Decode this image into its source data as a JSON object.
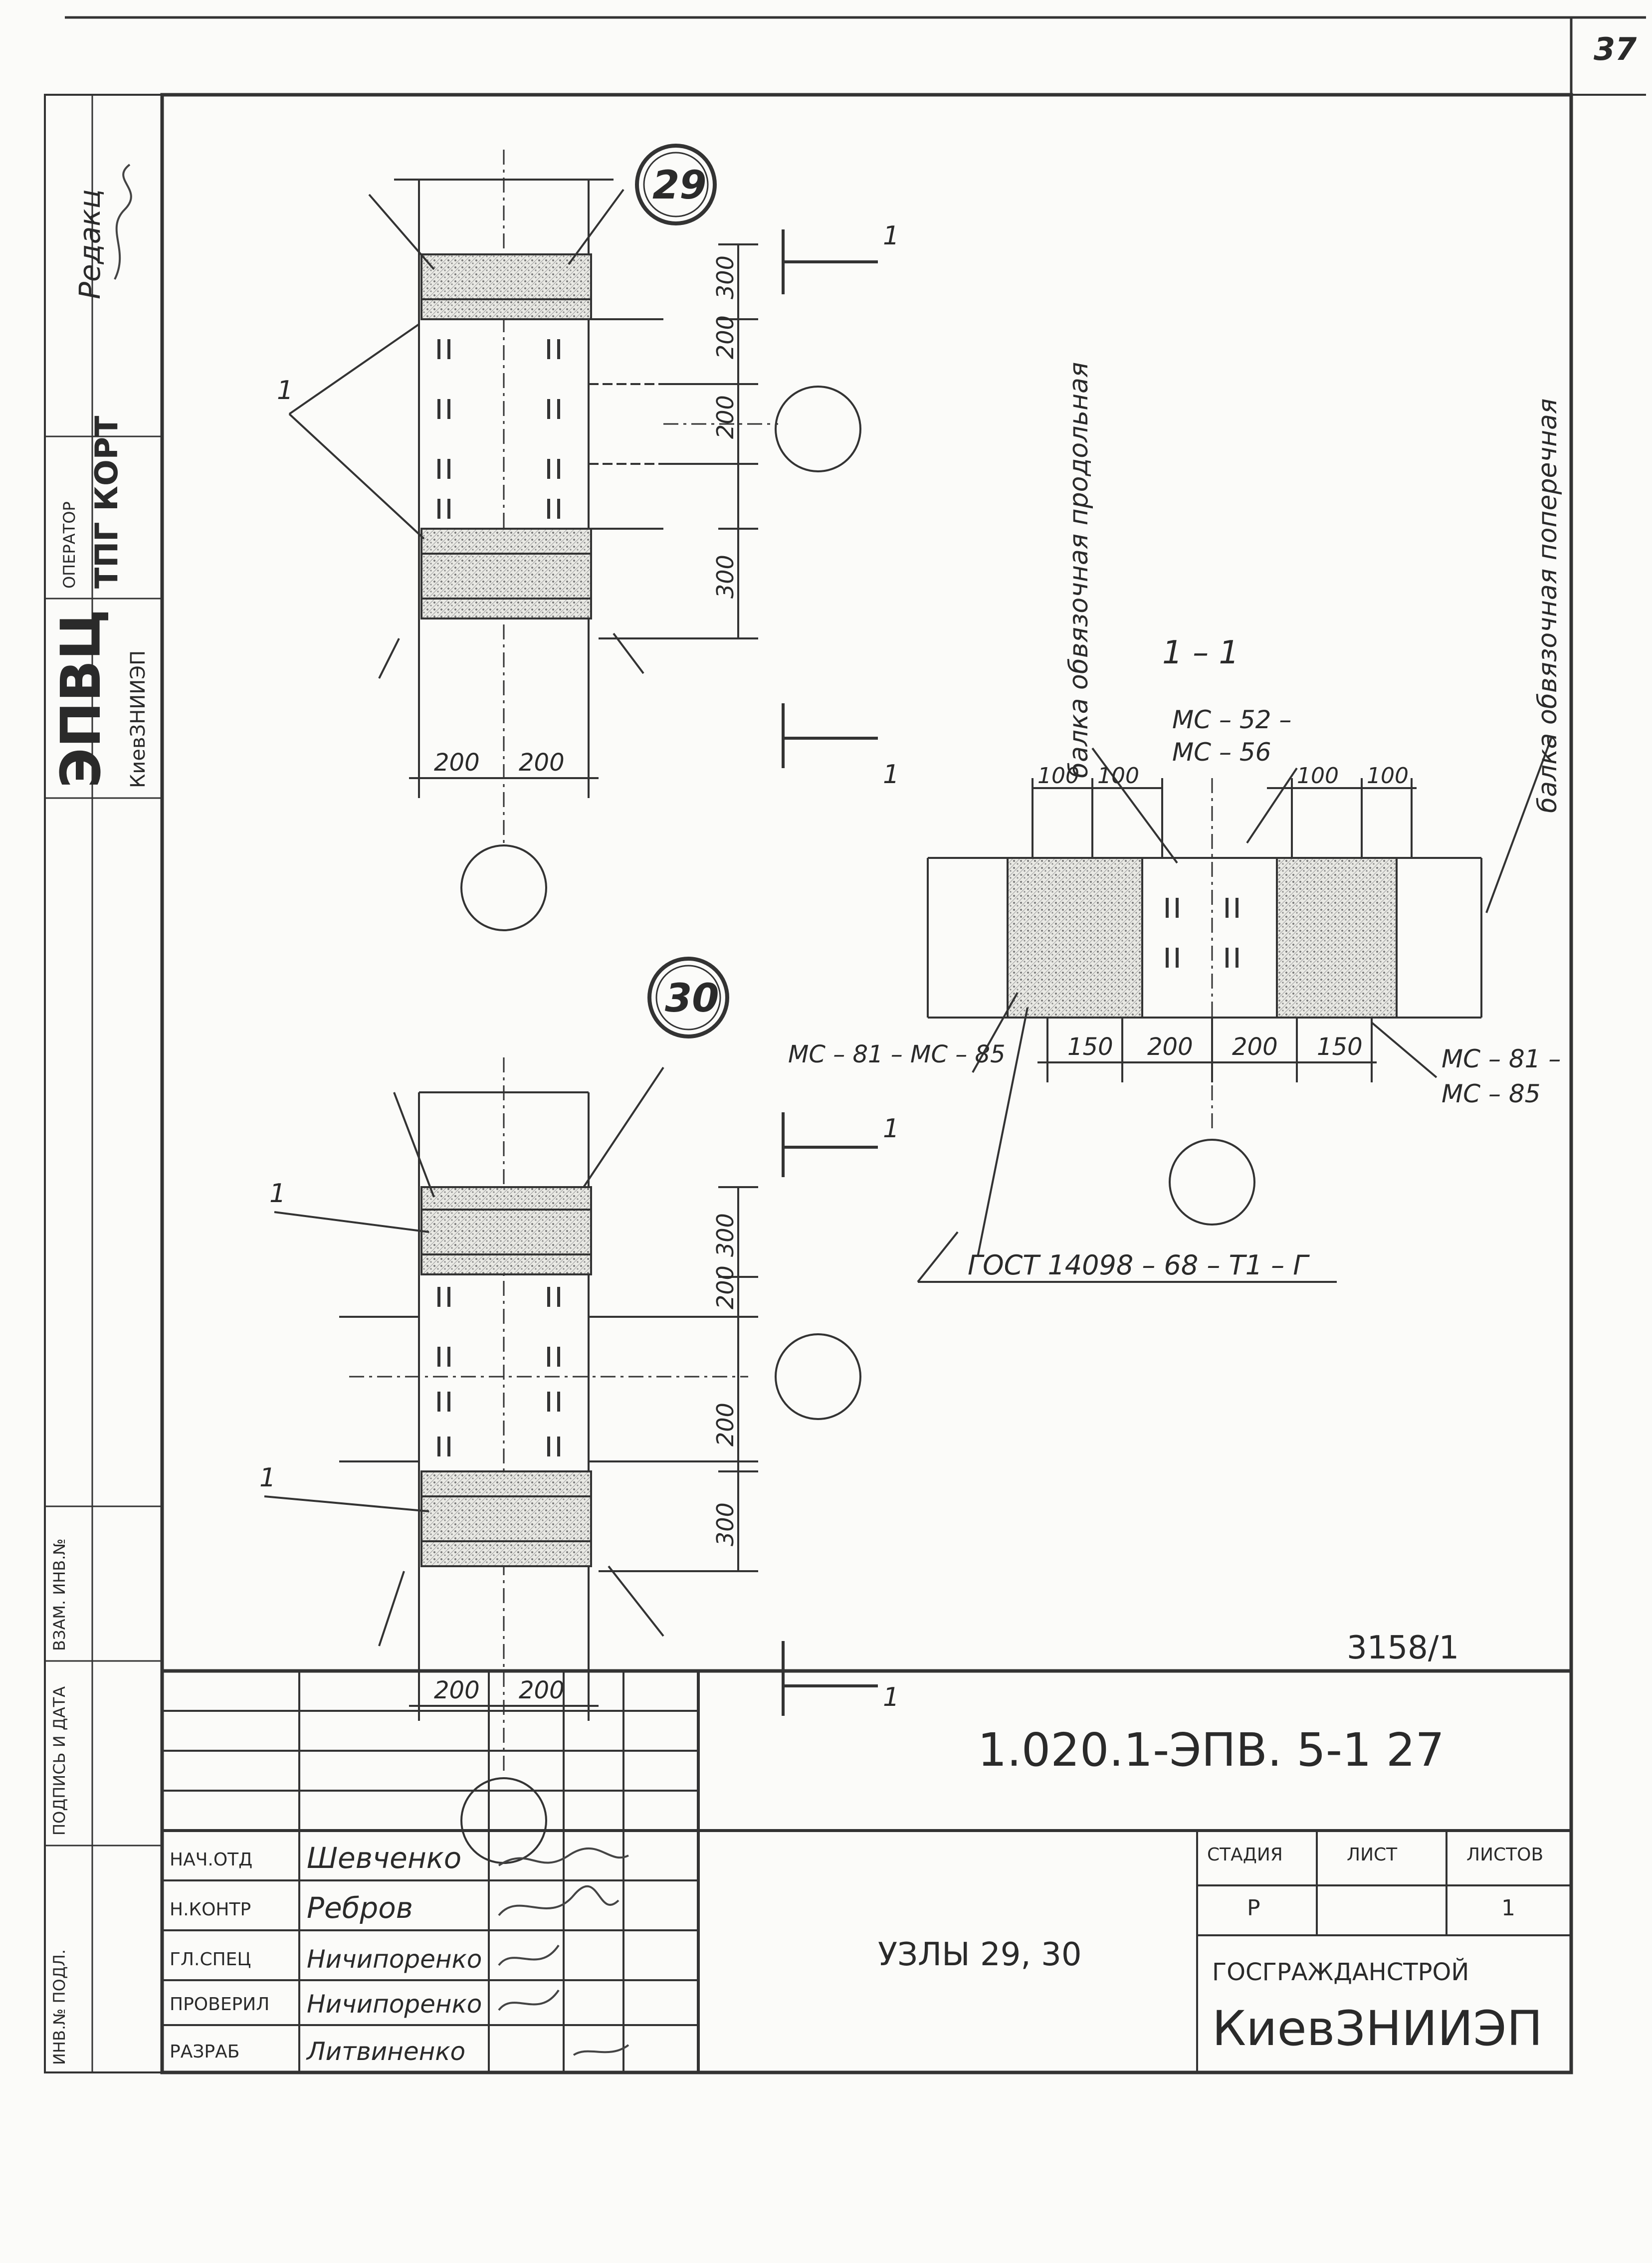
{
  "sheet": {
    "page_number": "37",
    "archive_number": "3158/1",
    "designation": "1.020.1-ЭПВ. 5-1   27",
    "title": "УЗЛЫ 29, 30",
    "org_line1": "ГОСГРАЖДАНСТРОЙ",
    "org_line2": "КиевЗНИИЭП"
  },
  "side_stamp": {
    "org_main": "ЭПВЦ",
    "org_sub": "КиевЗНИИЭП",
    "operator_label": "ОПЕРАТОР",
    "operator_value": "ТПГ КОРТ",
    "editor": "Редакц"
  },
  "left_margin": {
    "inv_orig": "ИНВ.№ ПОДЛ.",
    "sign_date": "ПОДПИСЬ И ДАТА",
    "replace_inv": "ВЗАМ. ИНВ.№"
  },
  "title_block": {
    "rows": [
      {
        "role": "НАЧ.ОТД",
        "name": "Шевченко"
      },
      {
        "role": "Н.КОНТР",
        "name": "Ребров"
      },
      {
        "role": "ГЛ.СПЕЦ",
        "name": "Ничипоренко"
      },
      {
        "role": "ПРОВЕРИЛ",
        "name": "Ничипоренко"
      },
      {
        "role": "РАЗРАБ",
        "name": "Литвиненко"
      }
    ],
    "stage_label": "СТАДИЯ",
    "sheet_label": "ЛИСТ",
    "sheets_label": "ЛИСТОВ",
    "stage_value": "Р",
    "sheet_value": "",
    "sheets_value": "1"
  },
  "node29": {
    "number": "29",
    "dims_vertical": [
      "300",
      "200",
      "200",
      "300"
    ],
    "dims_horizontal": [
      "200",
      "200"
    ],
    "leader_label": "1",
    "section_mark": "1"
  },
  "node30": {
    "number": "30",
    "dims_vertical": [
      "300",
      "200",
      "200",
      "300"
    ],
    "dims_horizontal": [
      "200",
      "200"
    ],
    "leader_label": "1",
    "section_mark": "1"
  },
  "section": {
    "title": "1 – 1",
    "beam_long": "балка обвязочная продольная",
    "beam_trans": "балка обвязочная поперечная",
    "top_dims_left": [
      "100",
      "100"
    ],
    "top_dims_right": [
      "100",
      "100"
    ],
    "mc_top_1": "МС – 52 –",
    "mc_top_2": "МС – 56",
    "mc_left": "МС – 81 – МС – 85",
    "mc_right_1": "МС – 81 –",
    "mc_right_2": "МС – 85",
    "bottom_dims": [
      "150",
      "200",
      "200",
      "150"
    ],
    "gost": "ГОСТ 14098 – 68 – Т1 – Г"
  }
}
